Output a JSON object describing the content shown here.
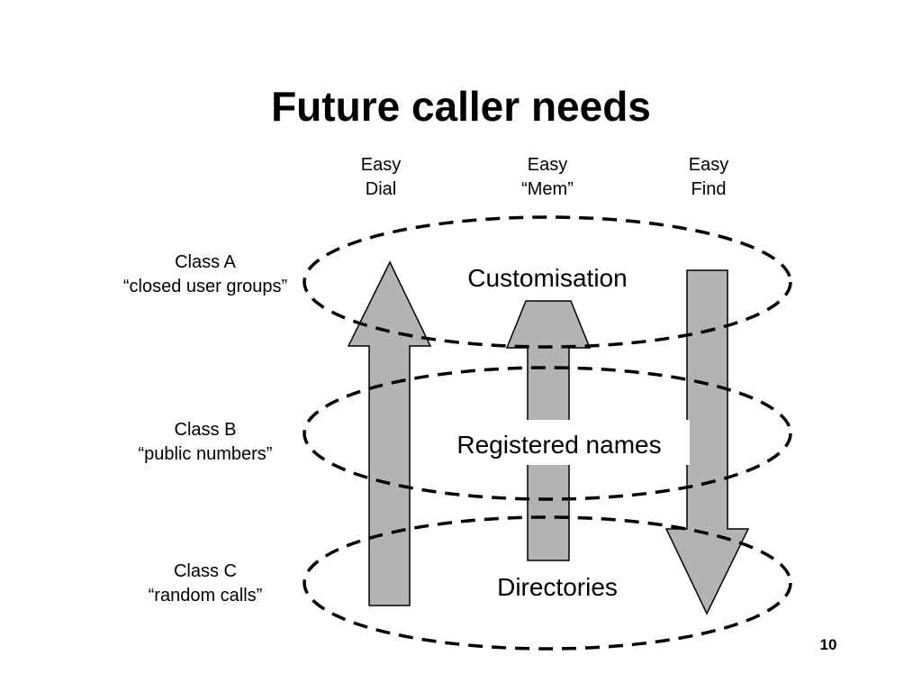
{
  "slide": {
    "title": "Future caller needs",
    "page_number": "10"
  },
  "columns": [
    {
      "line1": "Easy",
      "line2": "Dial"
    },
    {
      "line1": "Easy",
      "line2": "“Mem”"
    },
    {
      "line1": "Easy",
      "line2": "Find"
    }
  ],
  "classes": [
    {
      "name": "Class A",
      "desc": "“closed user groups”"
    },
    {
      "name": "Class B",
      "desc": "“public numbers”"
    },
    {
      "name": "Class C",
      "desc": "“random calls”"
    }
  ],
  "layers": {
    "top": "Customisation",
    "middle": "Registered names",
    "bottom": "Directories"
  },
  "colors": {
    "arrow_fill": "#b3b3b3",
    "outline": "#000000"
  },
  "arrows": [
    {
      "column": "Easy Dial",
      "direction": "up"
    },
    {
      "column": "Easy “Mem”",
      "direction": "up"
    },
    {
      "column": "Easy Find",
      "direction": "down"
    }
  ]
}
